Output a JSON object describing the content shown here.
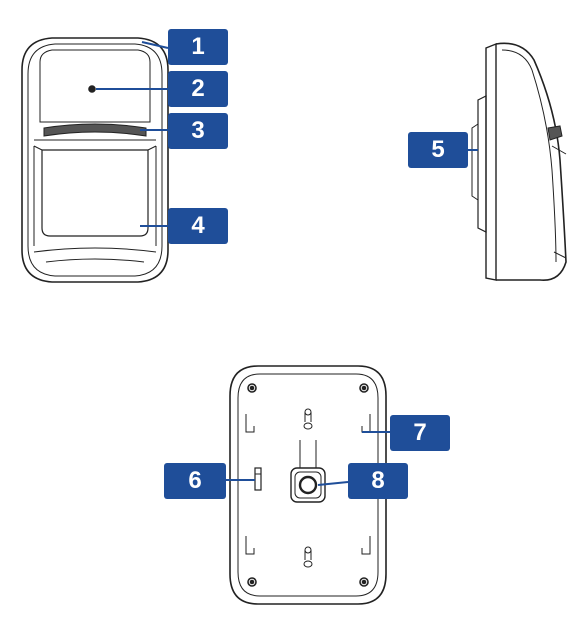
{
  "colors": {
    "callout_fill": "#1f4e99",
    "callout_text": "#ffffff",
    "outline": "#222222",
    "background": "#ffffff"
  },
  "callouts": [
    {
      "label": "1"
    },
    {
      "label": "2"
    },
    {
      "label": "3"
    },
    {
      "label": "4"
    },
    {
      "label": "5"
    },
    {
      "label": "6"
    },
    {
      "label": "7"
    },
    {
      "label": "8"
    }
  ],
  "icons": [
    "detector-front-view",
    "detector-side-view",
    "detector-back-plate-view"
  ]
}
